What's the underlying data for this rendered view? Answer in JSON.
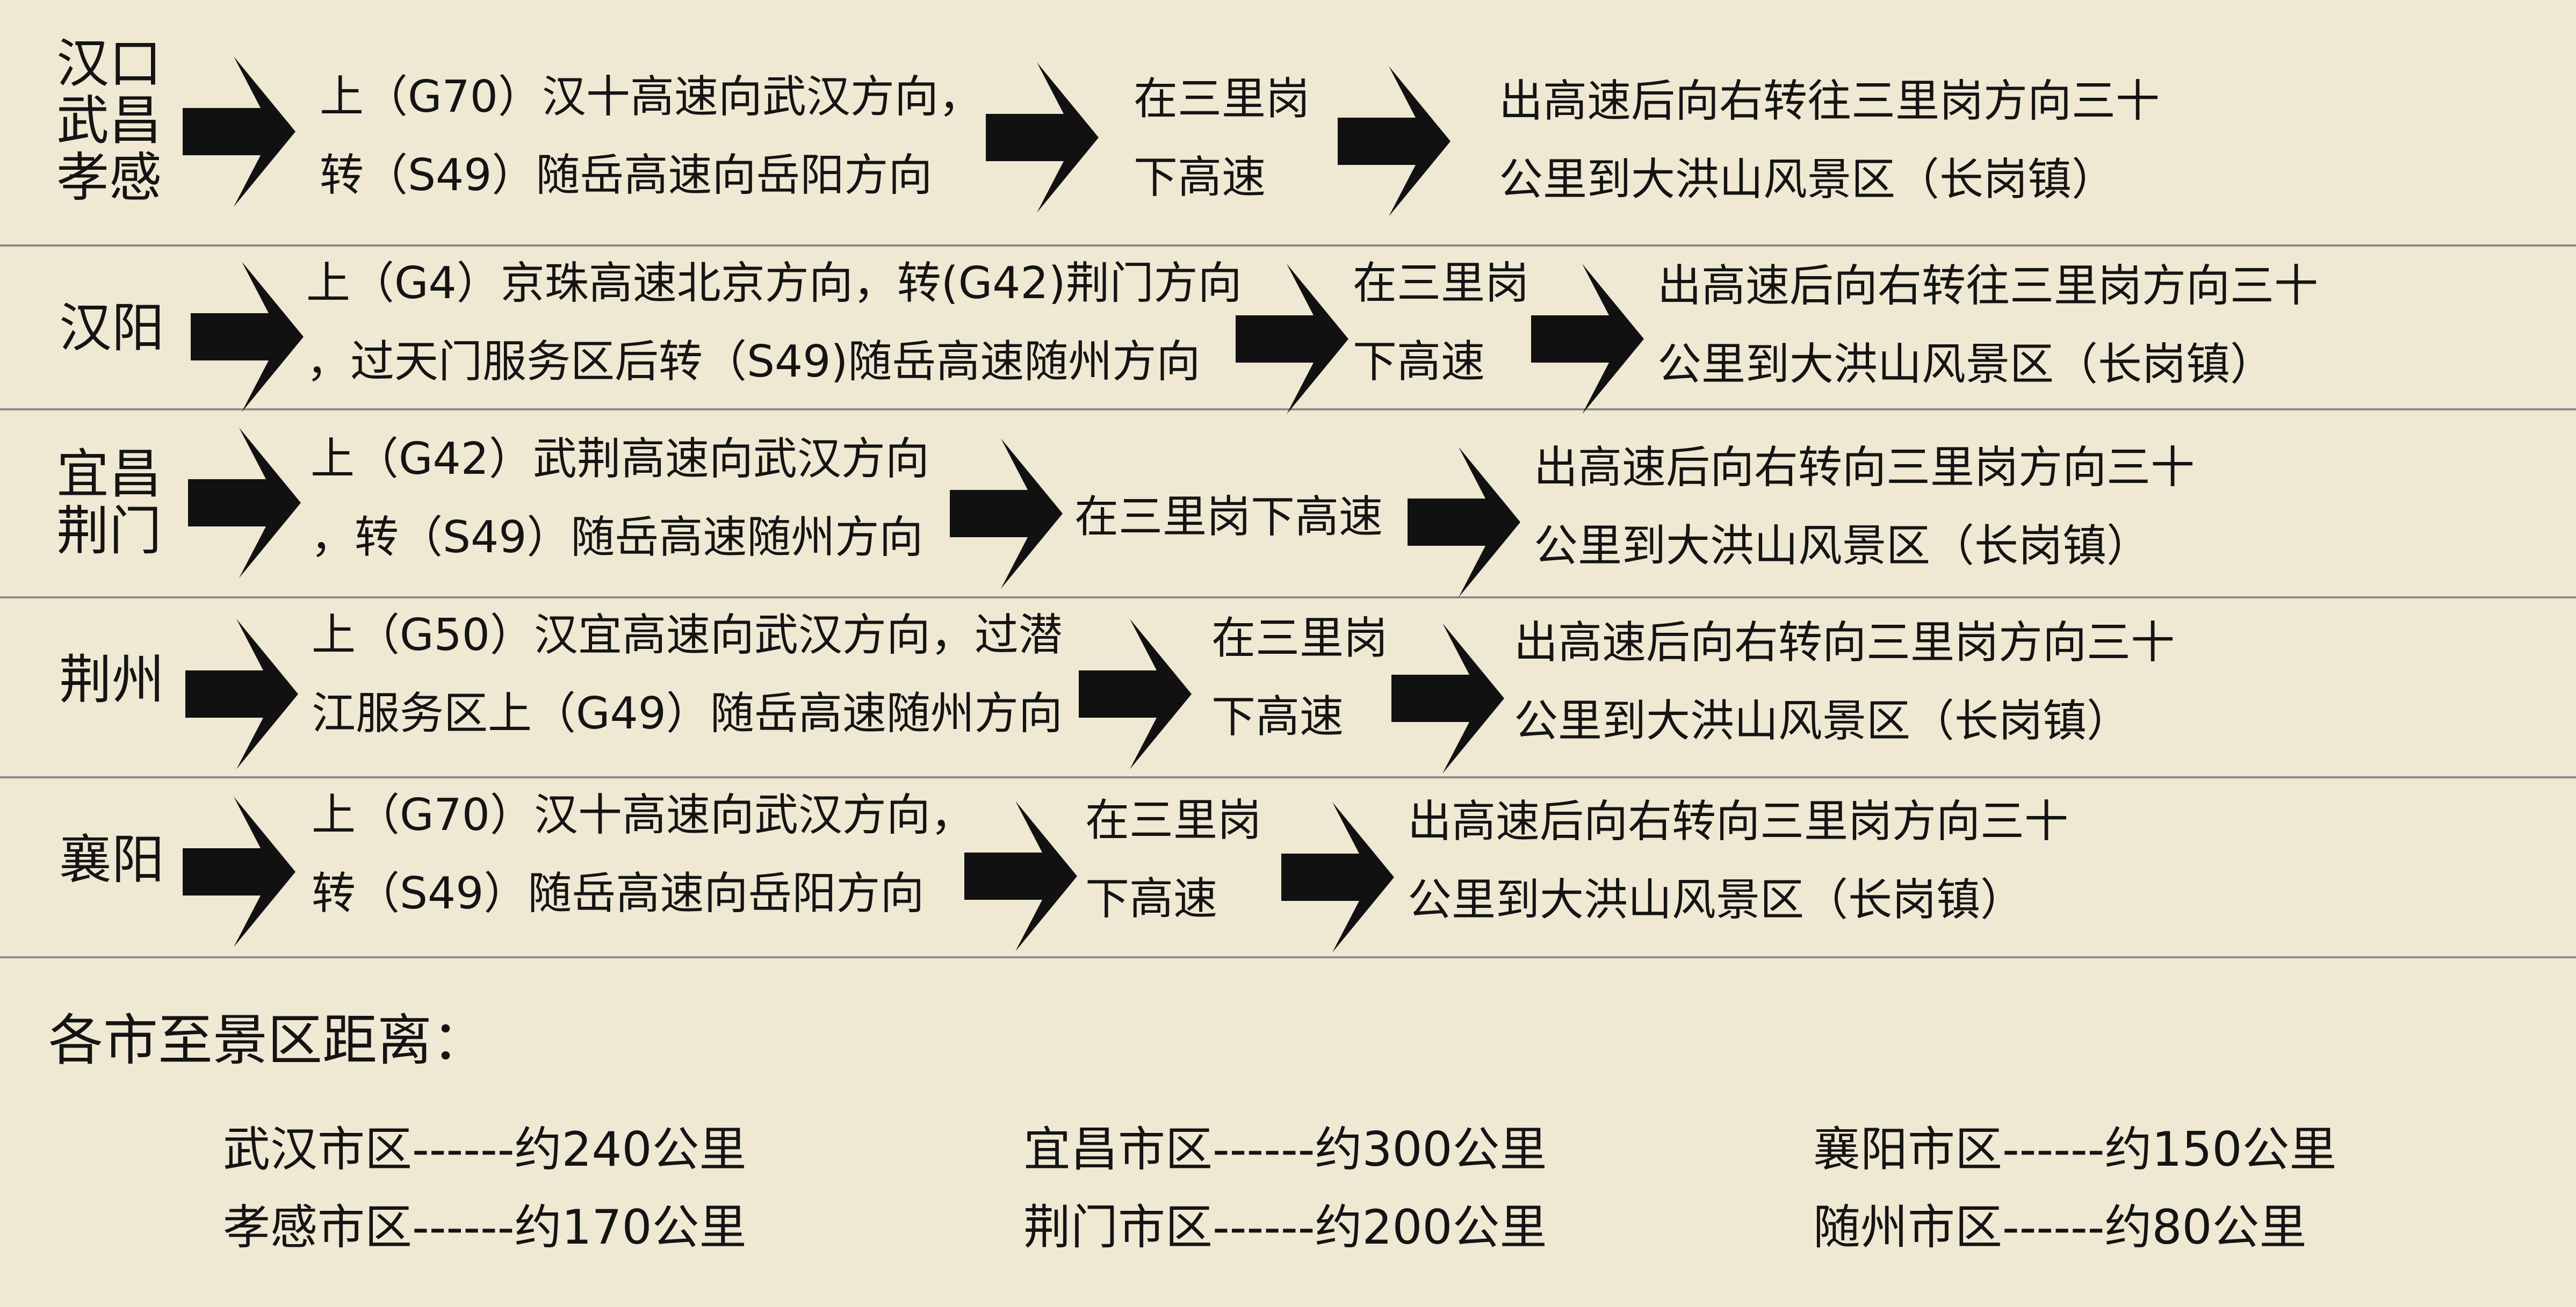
{
  "routes": [
    {
      "origin": [
        "汉口",
        "武昌",
        "孝感"
      ],
      "step1": [
        "上（G70）汉十高速向武汉方向，",
        "转（S49）随岳高速向岳阳方向"
      ],
      "step2": [
        "在三里岗",
        "下高速"
      ],
      "step3": [
        "出高速后向右转往三里岗方向三十",
        "公里到大洪山风景区（长岗镇）"
      ]
    },
    {
      "origin": [
        "汉阳"
      ],
      "step1": [
        "上（G4）京珠高速北京方向，转(G42)荆门方向",
        "，过天门服务区后转（S49)随岳高速随州方向"
      ],
      "step2": [
        "在三里岗",
        "下高速"
      ],
      "step3": [
        "出高速后向右转往三里岗方向三十",
        "公里到大洪山风景区（长岗镇）"
      ]
    },
    {
      "origin": [
        "宜昌",
        "荆门"
      ],
      "step1": [
        "上（G42）武荆高速向武汉方向",
        "，转（S49）随岳高速随州方向"
      ],
      "step2": [
        "在三里岗下高速"
      ],
      "step3": [
        "出高速后向右转向三里岗方向三十",
        "公里到大洪山风景区（长岗镇）"
      ]
    },
    {
      "origin": [
        "荆州"
      ],
      "step1": [
        "上（G50）汉宜高速向武汉方向，过潜",
        "江服务区上（G49）随岳高速随州方向"
      ],
      "step2": [
        "在三里岗",
        "下高速"
      ],
      "step3": [
        "出高速后向右转向三里岗方向三十",
        "公里到大洪山风景区（长岗镇）"
      ]
    },
    {
      "origin": [
        "襄阳"
      ],
      "step1": [
        "上（G70）汉十高速向武汉方向，",
        "转（S49）随岳高速向岳阳方向"
      ],
      "step2": [
        "在三里岗",
        "下高速"
      ],
      "step3": [
        "出高速后向右转向三里岗方向三十",
        "公里到大洪山风景区（长岗镇）"
      ]
    }
  ],
  "distance_title": "各市至景区距离：",
  "distances": [
    "武汉市区------约240公里",
    "宜昌市区------约300公里",
    "襄阳市区------约150公里",
    "孝感市区------约170公里",
    "荆门市区------约200公里",
    "随州市区------约80公里"
  ]
}
